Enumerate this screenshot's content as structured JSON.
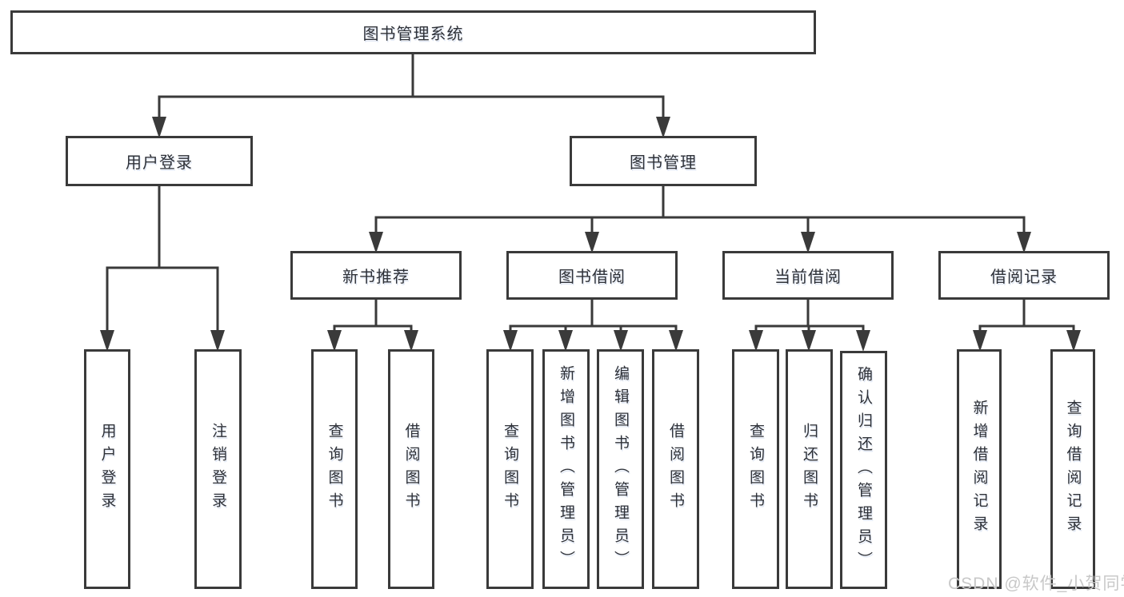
{
  "colors": {
    "line": "#3a3a3a",
    "box_border": "#3a3a3a",
    "text": "#2e3138",
    "background": "#ffffff",
    "watermark": "#c8c8c8"
  },
  "tree": {
    "label": "图书管理系统",
    "children": [
      {
        "label": "用户登录",
        "children": [
          {
            "label": "用户登录"
          },
          {
            "label": "注销登录"
          }
        ]
      },
      {
        "label": "图书管理",
        "children": [
          {
            "label": "新书推荐",
            "children": [
              {
                "label": "查询图书"
              },
              {
                "label": "借阅图书"
              }
            ]
          },
          {
            "label": "图书借阅",
            "children": [
              {
                "label": "查询图书"
              },
              {
                "label": "新增图书（管理员）"
              },
              {
                "label": "编辑图书（管理员）"
              },
              {
                "label": "借阅图书"
              }
            ]
          },
          {
            "label": "当前借阅",
            "children": [
              {
                "label": "查询图书"
              },
              {
                "label": "归还图书"
              },
              {
                "label": "确认归还（管理员）"
              }
            ]
          },
          {
            "label": "借阅记录",
            "children": [
              {
                "label": "新增借阅记录"
              },
              {
                "label": "查询借阅记录"
              }
            ]
          }
        ]
      }
    ]
  },
  "watermark": {
    "label": "CSDN @软件_小贺同学"
  }
}
